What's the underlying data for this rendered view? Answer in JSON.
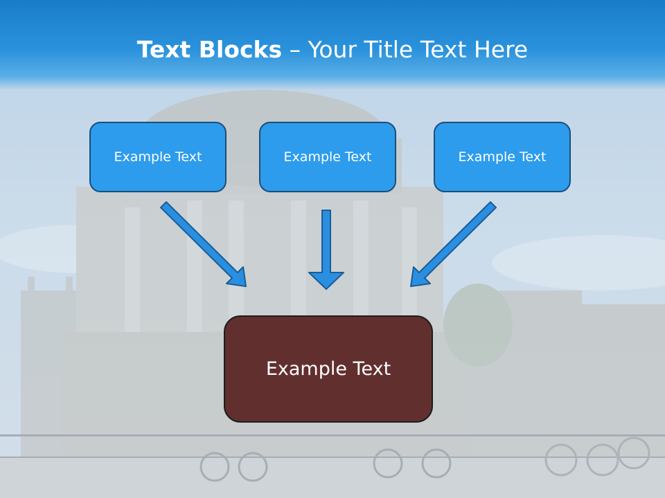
{
  "title": {
    "bold": "Text Blocks",
    "separator": " – ",
    "rest": "Your Title Text Here"
  },
  "blocks": [
    {
      "label": "Example Text"
    },
    {
      "label": "Example Text"
    },
    {
      "label": "Example Text"
    }
  ],
  "target": {
    "label": "Example Text"
  },
  "colors": {
    "title_band": "#1a7cc9",
    "block_fill": "#2d9cec",
    "block_border": "#1a4e7c",
    "arrow_fill": "#2a8fe0",
    "arrow_stroke": "#1a5c96",
    "target_fill": "#622f2f"
  }
}
